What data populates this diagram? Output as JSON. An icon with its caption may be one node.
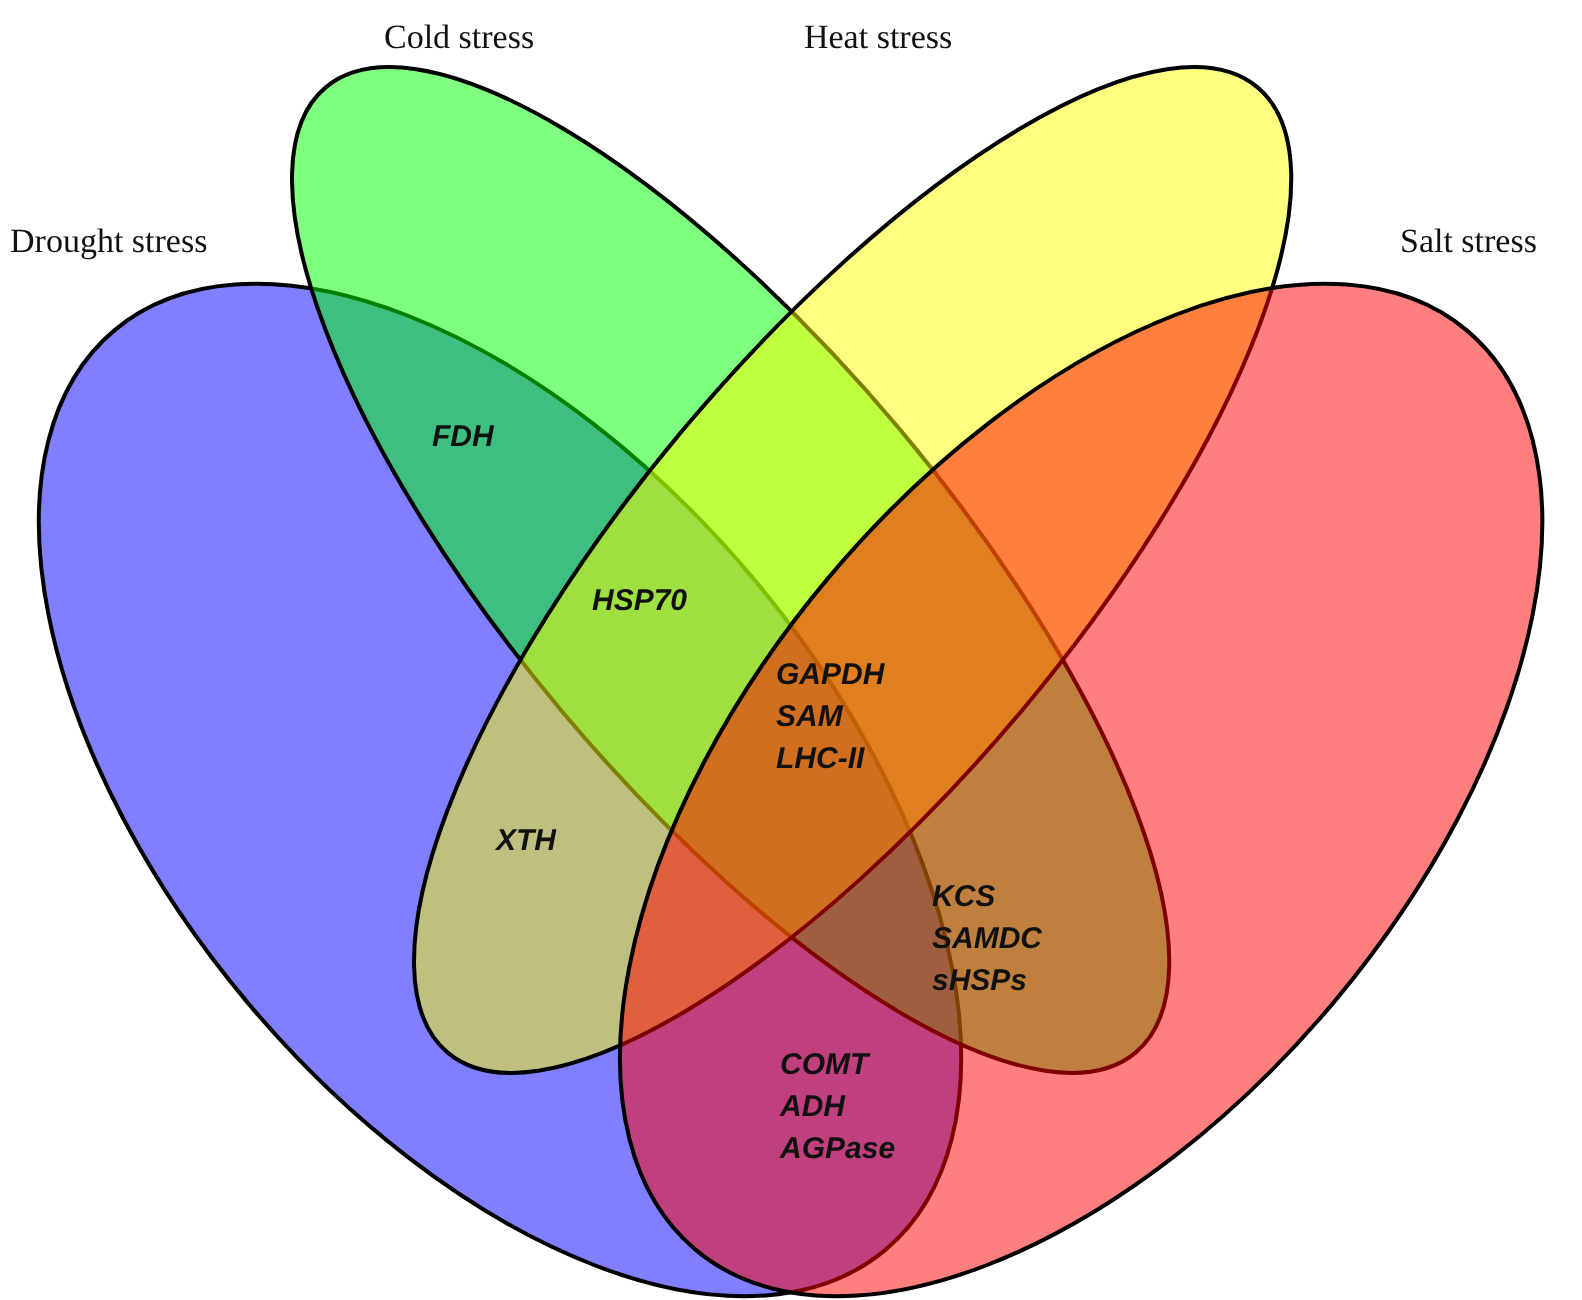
{
  "diagram": {
    "nodes": [
      {
        "text": [
          "Drought stress"
        ]
      },
      {
        "text": [
          "Cold stress"
        ]
      },
      {
        "text": [
          "Heat stress"
        ]
      },
      {
        "text": [
          "Salt stress"
        ]
      }
    ],
    "labels": [
      "FDH",
      "HSP70",
      "GAPDH SAM LHC-II",
      "XTH",
      "KCS SAMDC sHSPs",
      "COMT ADH AGPase"
    ]
  }
}
